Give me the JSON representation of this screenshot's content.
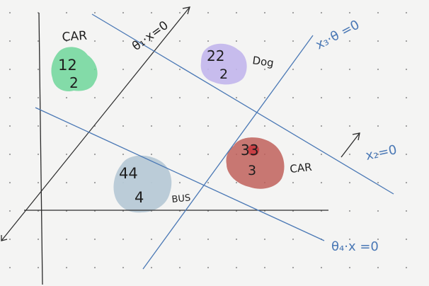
{
  "colors": {
    "background": "#f4f4f3",
    "dot_grid": "#9a9a9a",
    "axis": "#2b2b2b",
    "hyperplane": "#4a78b5",
    "ink_black": "#1e1e1e",
    "blob_green": "#6fd69a",
    "blob_purple": "#c2b6ec",
    "blob_red": "#c0605a",
    "blob_blue": "#b7c9d6"
  },
  "clusters": [
    {
      "id": "car-green",
      "class_label": "CAR",
      "line1": "12",
      "line2": "2"
    },
    {
      "id": "dog-purple",
      "class_label": "Dog",
      "line1": "22",
      "line2": "2"
    },
    {
      "id": "car-red",
      "class_label": "CAR",
      "line1": "33",
      "line2": "3"
    },
    {
      "id": "bus-blue",
      "class_label": "BUS",
      "line1": "44",
      "line2": "4"
    }
  ],
  "hyperplanes": [
    {
      "id": "theta1",
      "label": "θ₁·x=0"
    },
    {
      "id": "x3",
      "label": "x₃·θ =0"
    },
    {
      "id": "x2",
      "label": "x₂=0"
    },
    {
      "id": "theta4",
      "label": "θ₄·x =0"
    }
  ]
}
